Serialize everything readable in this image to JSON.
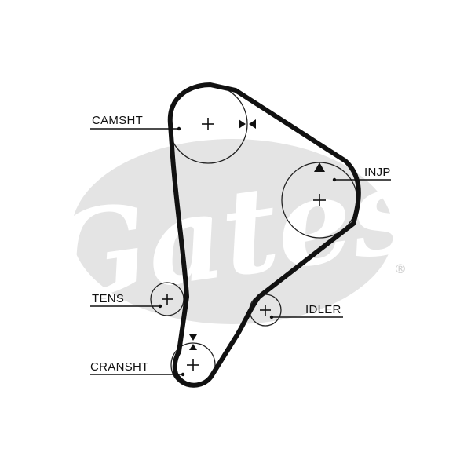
{
  "watermark": {
    "brand": "Gates",
    "registered_mark": "®",
    "oval_color": "#e4e4e4",
    "text_color": "#ffffff"
  },
  "colors": {
    "belt": "#111111",
    "pulley_outline": "#222222",
    "label": "#111111",
    "background": "#ffffff"
  },
  "labels": {
    "camshaft": "CAMSHT",
    "injection_pump": "INJP",
    "tensioner": "TENS",
    "idler": "IDLER",
    "crankshaft": "CRANSHT"
  },
  "markers": {
    "camshaft": "timing-mark-double-arrow",
    "injection_pump": "timing-mark-up-triangle",
    "crankshaft": "timing-mark-double-arrow"
  }
}
